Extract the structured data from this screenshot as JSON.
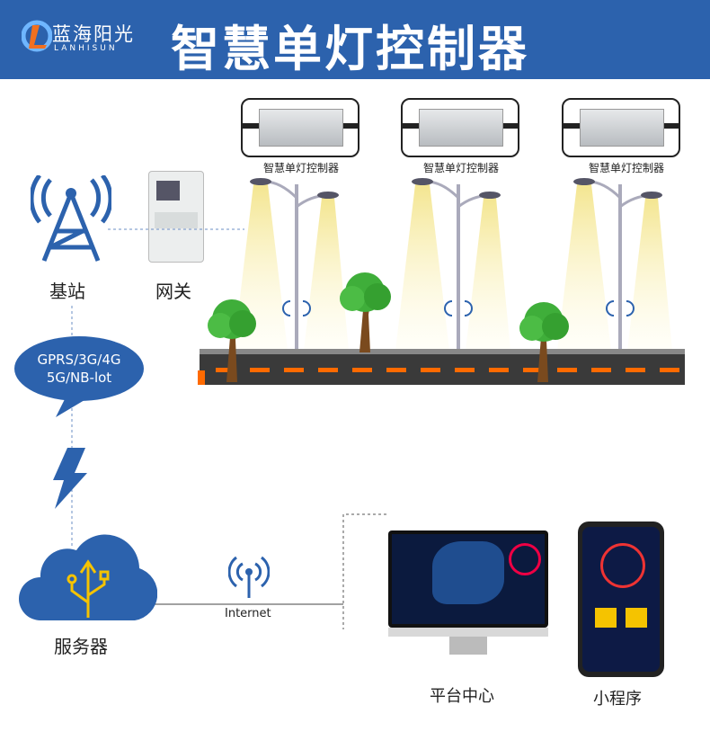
{
  "header": {
    "logo_cn": "蓝海阳光",
    "logo_en": "LANHISUN",
    "title": "智慧单灯控制器"
  },
  "controllers": [
    {
      "label": "智慧单灯控制器"
    },
    {
      "label": "智慧单灯控制器"
    },
    {
      "label": "智慧单灯控制器"
    }
  ],
  "left": {
    "base_station": "基站",
    "gateway": "网关",
    "network_line1": "GPRS/3G/4G",
    "network_line2": "5G/NB-lot",
    "server": "服务器"
  },
  "internet": "Internet",
  "platform": "平台中心",
  "mini_program": "小程序",
  "colors": {
    "brand": "#2c62ad",
    "road": "#3a3a3a",
    "dash": "#ff6a00"
  }
}
